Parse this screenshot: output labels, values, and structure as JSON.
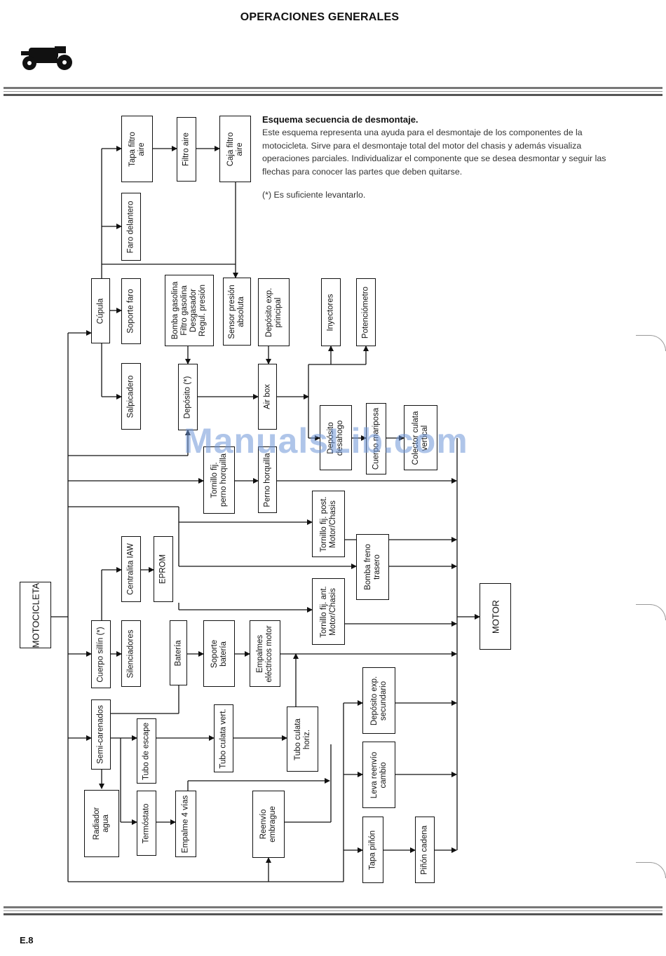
{
  "header": {
    "title": "OPERACIONES GENERALES",
    "icon": "motorcycle-icon"
  },
  "description": {
    "heading": "Esquema secuencia de desmontaje.",
    "text": "Este esquema representa una ayuda para el desmontaje de los componentes de la motocicleta. Sirve para el desmontaje total del motor del chasis y además visualiza operaciones parciales. Individualizar el componente que se desea desmontar y seguir las flechas para conocer las partes que deben quitarse.",
    "note": "(*) Es suficiente levantarlo."
  },
  "watermark": "ManualsLib.com",
  "page_number": "E.8",
  "boxes": {
    "motocicleta": "MOTOCICLETA",
    "motor": "MOTOR",
    "tapa_filtro": "Tapa filtro\naire",
    "filtro_aire": "Filtro aire",
    "caja_filtro": "Caja filtro\naire",
    "faro": "Faro delantero",
    "cupula": "Cúpula",
    "soporte_faro": "Soporte faro",
    "bomba_gasolina": "Bomba gasolina\nFiltro gasolina\nDesgasador\nRegul. presión",
    "sensor": "Sensor presión\nabsoluta",
    "deposito_exp": "Depósito exp.\nprincipal",
    "inyectores": "Inyectores",
    "potenciometro": "Potenciómetro",
    "salpicadero": "Salpicadero",
    "deposito": "Depósito (*)",
    "air_box": "Air box",
    "deposito_desahogo": "Depósito\ndesahogo",
    "cuerpo_mariposa": "Cuerpo mariposa",
    "colector": "Colector culata\nvertical",
    "tornillo_perno": "Tornillo fij.\nperno horquilla",
    "perno": "Perno horquilla",
    "tornillo_post": "Tornillo fij. post.\nMotor/Chasis",
    "bomba_freno": "Bomba freno\ntrasero",
    "centralita": "Centralita IAW",
    "eprom": "EPROM",
    "tornillo_ant": "Tornillo fij. ant.\nMotor/Chasis",
    "cuerpo_sillin": "Cuerpo sillín (*)",
    "silenciadores": "Silenciadores",
    "bateria": "Batería",
    "soporte_bateria": "Soporte\nbatería",
    "empalmes": "Empalmes\neléctricos motor",
    "semi_carenados": "Semi-carenados",
    "tubo_escape": "Tubo de escape",
    "tubo_vert": "Tubo culata vert.",
    "tubo_horiz": "Tubo culata\nhoriz.",
    "deposito_sec": "Depósito exp.\nsecundario",
    "leva": "Leva reenvío\ncambio",
    "radiador": "Radiador\nagua",
    "termostato": "Termóstato",
    "empalme4": "Empalme 4 vías",
    "reenvio": "Reenvío\nembrague",
    "tapa_pinon": "Tapa piñón",
    "pinon_cadena": "Piñón cadena"
  }
}
